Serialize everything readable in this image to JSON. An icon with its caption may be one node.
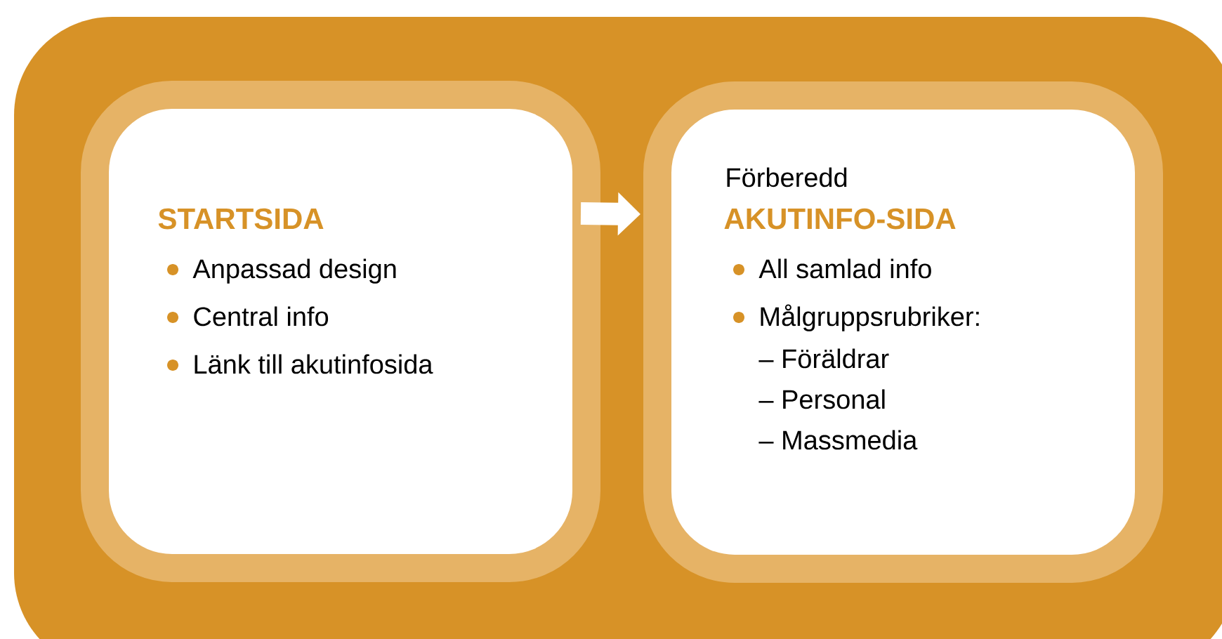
{
  "diagram": {
    "nodes": [
      {
        "text": [
          "STARTSIDA",
          "Anpassad design",
          "Central info",
          "Länk till akutinfosida"
        ]
      },
      {
        "text": [
          "Förberedd",
          "AKUTINFO-SIDA",
          "All samlad info",
          "Målgruppsrubriker:",
          "– Föräldrar",
          "– Personal",
          "– Massmedia"
        ]
      }
    ],
    "edges": [
      {
        "from": 0,
        "to": 1,
        "arrow": "to"
      }
    ]
  }
}
